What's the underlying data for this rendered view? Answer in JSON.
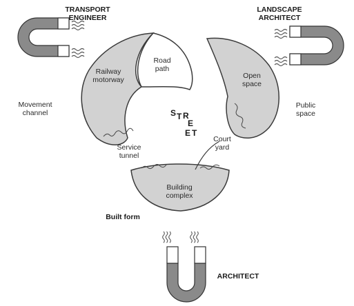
{
  "labels": {
    "transport_engineer": [
      "TRANSPORT",
      "ENGINEER"
    ],
    "landscape_architect": [
      "LANDSCAPE",
      "ARCHITECT"
    ],
    "architect": "ARCHITECT",
    "built_form": "Built form",
    "railway_motorway": [
      "Railway",
      "motorway"
    ],
    "road_path": [
      "Road",
      "path"
    ],
    "open_space": [
      "Open",
      "space"
    ],
    "movement_channel": [
      "Movement",
      "channel"
    ],
    "public_space": [
      "Public",
      "space"
    ],
    "service_tunnel": [
      "Service",
      "tunnel"
    ],
    "court_yard": [
      "Court",
      "yard"
    ],
    "building_complex": [
      "Building",
      "complex"
    ],
    "street_letters": [
      "S",
      "T",
      "R",
      "E",
      "E",
      "T"
    ]
  },
  "colors": {
    "fill": "#d2d2d2",
    "stroke": "#3a3a3a",
    "magnet": "#8a8a8a"
  }
}
